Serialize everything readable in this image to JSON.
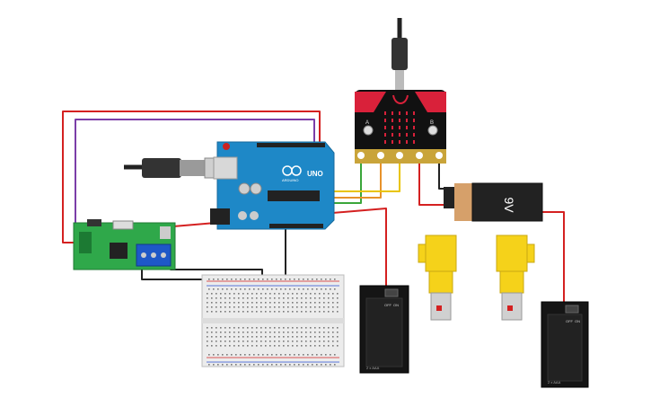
{
  "arduino": {
    "brand": "ARDUINO",
    "model": "UNO"
  },
  "battery_9v": {
    "label": "9V"
  },
  "battery_pack_left": {
    "switch_off": "OFF",
    "switch_on": "ON",
    "caption": "2 x AAA"
  },
  "battery_pack_right": {
    "switch_off": "OFF",
    "switch_on": "ON",
    "caption": "2 x AAA"
  },
  "microbit": {
    "button_a": "A",
    "button_b": "B"
  },
  "colors": {
    "wire_red": "#d42020",
    "wire_purple": "#7b3ea8",
    "wire_black": "#222222",
    "wire_green": "#3aa63a",
    "wire_orange": "#e7922a",
    "wire_yellow": "#e9c400",
    "arduino_board": "#1e88c7",
    "microbit_board": "#111111",
    "microbit_accent": "#d9213a",
    "motor_yellow": "#f5d21a",
    "driver_board": "#2fa84a"
  }
}
